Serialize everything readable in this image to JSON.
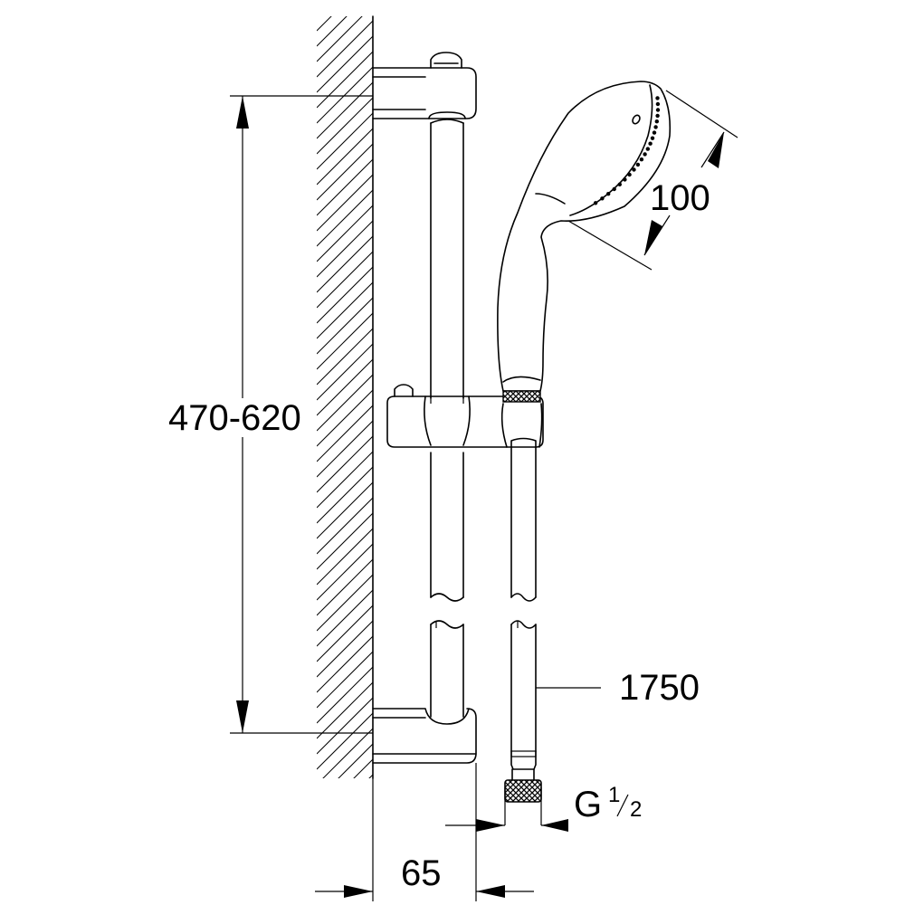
{
  "diagram": {
    "wall_height_range": "470-620",
    "handshower_diameter": "100",
    "hose_length": "1750",
    "connection_thread": "G",
    "connection_thread_fraction_numerator": "1",
    "connection_thread_fraction_denominator": "2",
    "projection_from_wall": "65"
  }
}
